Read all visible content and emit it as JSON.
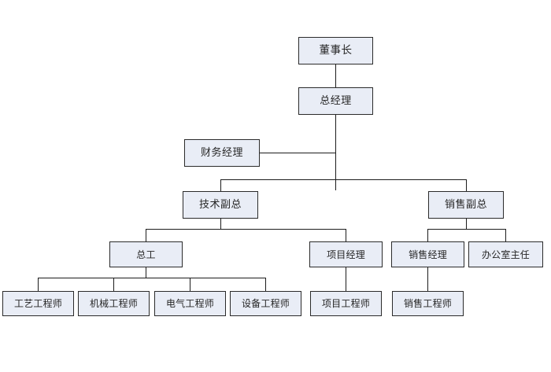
{
  "chart": {
    "type": "org-chart",
    "title": "",
    "orientation": "top-down",
    "node_fill_color": "#e9edf6",
    "node_border_color": "#2b2b2b",
    "connector_color": "#1c1c1c",
    "background_color": "#ffffff",
    "levels": [
      {
        "level": 1,
        "nodes": [
          {
            "id": "chairman",
            "label": "董事长"
          }
        ]
      },
      {
        "level": 2,
        "nodes": [
          {
            "id": "general-manager",
            "label": "总经理"
          }
        ]
      },
      {
        "level": 3,
        "nodes": [
          {
            "id": "finance-manager",
            "label": "财务经理"
          }
        ]
      },
      {
        "level": 4,
        "nodes": [
          {
            "id": "tech-vp",
            "label": "技术副总"
          },
          {
            "id": "sales-vp",
            "label": "销售副总"
          }
        ]
      },
      {
        "level": 5,
        "nodes": [
          {
            "id": "chief-engineer",
            "label": "总工"
          },
          {
            "id": "project-manager",
            "label": "项目经理"
          },
          {
            "id": "sales-manager",
            "label": "销售经理"
          },
          {
            "id": "office-director",
            "label": "办公室主任"
          }
        ]
      },
      {
        "level": 6,
        "nodes": [
          {
            "id": "process-engineer",
            "label": "工艺工程师"
          },
          {
            "id": "mechanical-engineer",
            "label": "机械工程师"
          },
          {
            "id": "electrical-engineer",
            "label": "电气工程师"
          },
          {
            "id": "equipment-engineer",
            "label": "设备工程师"
          },
          {
            "id": "project-engineer",
            "label": "项目工程师"
          },
          {
            "id": "sales-engineer",
            "label": "销售工程师"
          }
        ]
      }
    ],
    "edges": [
      {
        "from": "chairman",
        "to": "general-manager"
      },
      {
        "from": "general-manager",
        "to": "finance-manager"
      },
      {
        "from": "general-manager",
        "to": "tech-vp"
      },
      {
        "from": "general-manager",
        "to": "sales-vp"
      },
      {
        "from": "tech-vp",
        "to": "chief-engineer"
      },
      {
        "from": "tech-vp",
        "to": "project-manager"
      },
      {
        "from": "sales-vp",
        "to": "sales-manager"
      },
      {
        "from": "sales-vp",
        "to": "office-director"
      },
      {
        "from": "chief-engineer",
        "to": "process-engineer"
      },
      {
        "from": "chief-engineer",
        "to": "mechanical-engineer"
      },
      {
        "from": "chief-engineer",
        "to": "electrical-engineer"
      },
      {
        "from": "chief-engineer",
        "to": "equipment-engineer"
      },
      {
        "from": "project-manager",
        "to": "project-engineer"
      },
      {
        "from": "sales-manager",
        "to": "sales-engineer"
      }
    ]
  }
}
